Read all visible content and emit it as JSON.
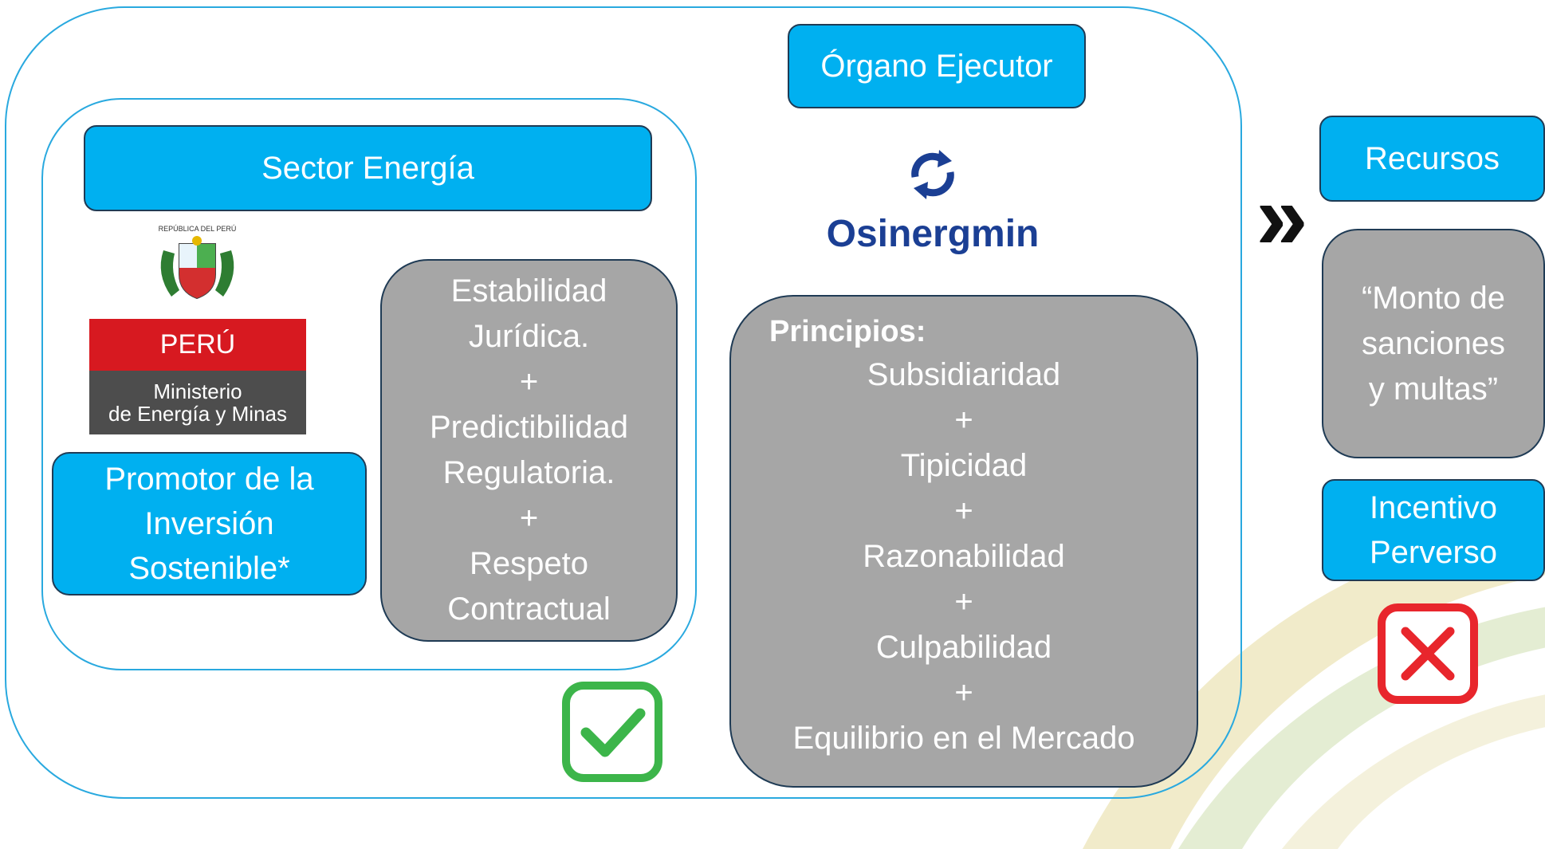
{
  "organo": {
    "label": "Órgano Ejecutor"
  },
  "osinergmin": {
    "logo_text": "Osinergmin"
  },
  "sector": {
    "label": "Sector Energía"
  },
  "minem": {
    "seal_text": "REPÚBLICA DEL PERÚ",
    "country": "PERÚ",
    "line1": "Ministerio",
    "line2": "de Energía y Minas"
  },
  "promotor": {
    "line1": "Promotor de la",
    "line2": "Inversión",
    "line3": "Sostenible*"
  },
  "estabilidad": {
    "lines": [
      "Estabilidad",
      "Jurídica.",
      "+",
      "Predictibilidad",
      "Regulatoria.",
      "+",
      "Respeto",
      "Contractual"
    ]
  },
  "principios": {
    "heading": "Principios:",
    "lines": [
      "Subsidiaridad",
      "+",
      "Tipicidad",
      "+",
      "Razonabilidad",
      "+",
      "Culpabilidad",
      "+",
      "Equilibrio en el Mercado"
    ]
  },
  "recursos": {
    "label": "Recursos"
  },
  "arrow": {
    "glyph": "»"
  },
  "monto": {
    "lines": [
      "“Monto de",
      "sanciones",
      "y multas”"
    ]
  },
  "incentivo": {
    "line1": "Incentivo",
    "line2": "Perverso"
  },
  "colors": {
    "blue": "#00b0f0",
    "gray": "#a6a6a6",
    "check": "#3cb54a",
    "cross": "#e8262c",
    "outline": "#29a9df"
  }
}
